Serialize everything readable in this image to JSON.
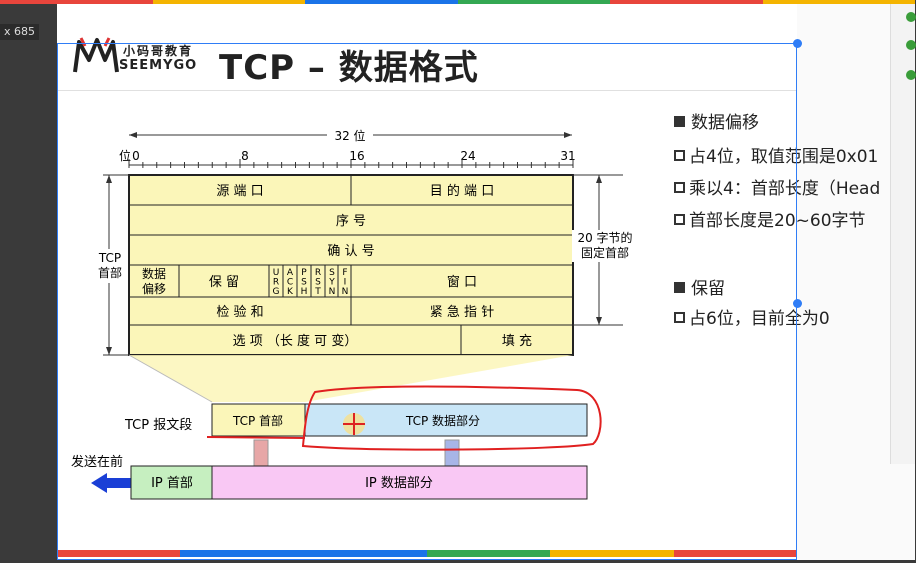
{
  "window": {
    "dimension_label": "x 685"
  },
  "header": {
    "logo_cn": "小码哥教育",
    "logo_en": "SEEMYGO",
    "title": "TCP – 数据格式"
  },
  "diagram": {
    "width_label": "32 位",
    "bit_label": "位",
    "bit_ticks": [
      "0",
      "8",
      "16",
      "24",
      "31"
    ],
    "tcp_header_label": [
      "TCP",
      "首部"
    ],
    "fixed_header_label": [
      "20 字节的",
      "固定首部"
    ],
    "fields": {
      "src_port": "源 端 口",
      "dst_port": "目 的 端 口",
      "seq": "序 号",
      "ack": "确 认 号",
      "data_offset": [
        "数据",
        "偏移"
      ],
      "reserved": "保 留",
      "flags": [
        "URG",
        "ACK",
        "PSH",
        "RST",
        "SYN",
        "FIN"
      ],
      "window": "窗 口",
      "checksum": "检 验 和",
      "urgent_ptr": "紧 急 指 针",
      "options": "选 项 （长 度 可 变）",
      "padding": "填 充"
    },
    "segment_label": "TCP 报文段",
    "tcp_header_part": "TCP 首部",
    "tcp_data_part": "TCP 数据部分",
    "send_first": "发送在前",
    "ip_header": "IP 首部",
    "ip_data": "IP 数据部分"
  },
  "bullets": [
    {
      "style": "filled",
      "text": "数据偏移"
    },
    {
      "style": "open",
      "text": "占4位，取值范围是0x01"
    },
    {
      "style": "open",
      "text": "乘以4：首部长度（Head"
    },
    {
      "style": "open",
      "text": "首部长度是20~60字节"
    },
    {
      "style": "filled",
      "text": "保留"
    },
    {
      "style": "open",
      "text": "占6位，目前全为0"
    }
  ],
  "colors": {
    "header_fill": "#fbf6b9",
    "tcp_data_fill": "#c9e6f7",
    "ip_header_fill": "#c6efc0",
    "ip_data_fill": "#f9c8f4",
    "annotation_red": "#e02020",
    "selection_blue": "#2f7df6"
  }
}
